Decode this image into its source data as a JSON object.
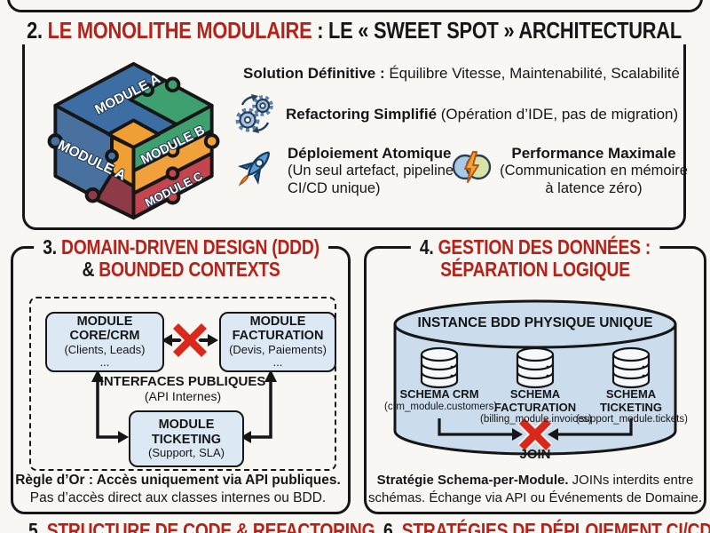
{
  "page": {
    "bg_color": "#f9f7f3",
    "ink_color": "#161616",
    "accent_red": "#b5221a",
    "forbidden_x_red": "#d8291c",
    "panel_blue": "#dce9f5",
    "cylinder_blue": "#cbdded"
  },
  "section2": {
    "number": "2.",
    "title_red": "LE MONOLITHE MODULAIRE",
    "title_rest": " : LE « SWEET SPOT » ARCHITECTURAL",
    "cube": {
      "top_label": "MODULE A",
      "left_label": "MODULE A",
      "right_label": "MODULE B",
      "bottom_label": "MODULE C"
    },
    "solution_bold": "Solution Définitive :",
    "solution_rest": " Équilibre Vitesse, Maintenabilité, Scalabilité",
    "refactoring_bold": "Refactoring Simplifié",
    "refactoring_rest": " (Opération d’IDE, pas de migration)",
    "deploy_bold": "Déploiement Atomique",
    "deploy_rest": "(Un seul artefact, pipeline\nCI/CD unique)",
    "perf_bold": "Performance Maximale",
    "perf_rest": "(Communication en mémoire\nà latence zéro)"
  },
  "section3": {
    "number": "3.",
    "title_line1": "DOMAIN-DRIVEN DESIGN (DDD)",
    "amp": "&",
    "title_line2": "BOUNDED CONTEXTS",
    "core_box_bold": "MODULE\nCORE/CRM",
    "core_box_detail": "(Clients, Leads)\n...",
    "fact_box_bold": "MODULE\nFACTURATION",
    "fact_box_detail": "(Devis, Paiements)\n...",
    "interfaces_bold": "INTERFACES PUBLIQUES",
    "interfaces_detail": "(API Internes)",
    "ticket_box_bold": "MODULE\nTICKETING",
    "ticket_box_detail": "(Support, SLA)",
    "rule_bold": "Règle d’Or : Accès uniquement via API publiques.",
    "rule_rest": "Pas d’accès direct aux classes internes ou BDD."
  },
  "section4": {
    "number": "4.",
    "title_line1": "GESTION DES DONNÉES :",
    "title_line2": "SÉPARATION LOGIQUE",
    "instance_label": "INSTANCE BDD PHYSIQUE UNIQUE",
    "schema_crm_bold": "SCHEMA CRM",
    "schema_crm_detail": "(crm_module.customers)",
    "schema_fact_bold": "SCHEMA\nFACTURATION",
    "schema_fact_detail": "(billing_module.invoices)",
    "schema_tick_bold": "SCHEMA TICKETING",
    "schema_tick_detail": "(support_module.tickets)",
    "join_label": "JOIN",
    "strategy_bold": "Stratégie Schema-per-Module.",
    "strategy_mid": " JOINs interdits entre",
    "strategy_line2": "schémas. Échange via API ou Événements de Domaine."
  },
  "section5": {
    "number": "5.",
    "title": "STRUCTURE DE CODE & REFACTORING"
  },
  "section6": {
    "number": "6.",
    "title": "STRATÉGIES DE DÉPLOIEMENT CI/CD"
  },
  "icons": {
    "gears": "gears-refresh-icon",
    "rocket": "rocket-icon",
    "brain": "brain-lightning-icon",
    "database": "database-stack-icon",
    "forbidden": "red-x-forbidden-icon",
    "puzzle_cube": "puzzle-cube-illustration"
  }
}
